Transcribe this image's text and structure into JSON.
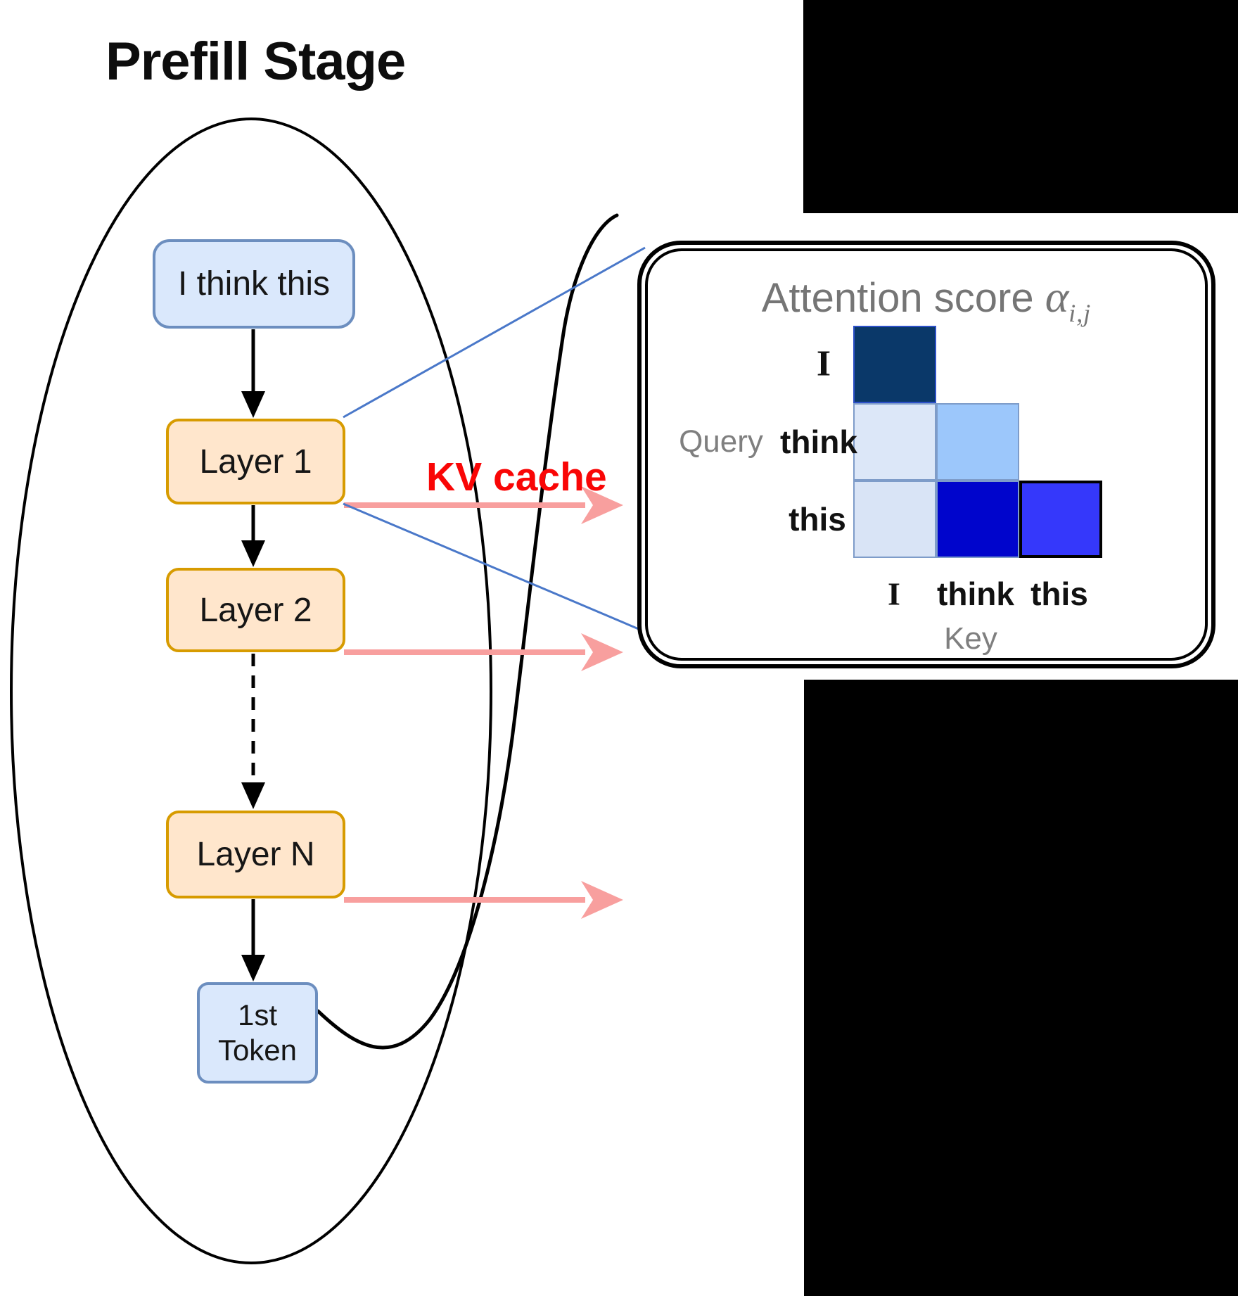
{
  "prefill": {
    "title": "Prefill Stage",
    "input_tokens": "I think this",
    "layers": [
      "Layer 1",
      "Layer 2",
      "Layer N"
    ],
    "first_token_line1": "1st",
    "first_token_line2": "Token",
    "kv_cache_label": "KV cache"
  },
  "attention_panel": {
    "title": "Attention score",
    "alpha_symbol": "α",
    "alpha_subscript": "i,j",
    "query_axis_label": "Query",
    "key_axis_label": "Key",
    "query_tokens": [
      "I",
      "think",
      "this"
    ],
    "key_tokens": [
      "I",
      "think",
      "this"
    ],
    "matrix": {
      "type": "heatmap",
      "description": "lower-triangular causal attention scores, darker/deeper blue = higher score",
      "cells": [
        {
          "row": 0,
          "col": 0,
          "color": "#0a3869",
          "border": "#2d50c8",
          "border_width": 2,
          "highlight": false
        },
        {
          "row": 1,
          "col": 0,
          "color": "#dce7f8",
          "border": "#7e9cc9",
          "border_width": 2,
          "highlight": false
        },
        {
          "row": 1,
          "col": 1,
          "color": "#9cc7fb",
          "border": "#7e9cc9",
          "border_width": 2,
          "highlight": false
        },
        {
          "row": 2,
          "col": 0,
          "color": "#d9e4f6",
          "border": "#7e9cc9",
          "border_width": 2,
          "highlight": false
        },
        {
          "row": 2,
          "col": 1,
          "color": "#0005cc",
          "border": "#7e9cc9",
          "border_width": 2,
          "highlight": false
        },
        {
          "row": 2,
          "col": 2,
          "color": "#3538fb",
          "border": "#000000",
          "border_width": 4,
          "highlight": true
        }
      ]
    }
  },
  "colors": {
    "token_box_fill": "#dae8fc",
    "token_box_border": "#6c8ebf",
    "layer_box_fill": "#ffe6cc",
    "layer_box_border": "#d79b00",
    "kv_cache_text": "#f90606",
    "kv_arrow": "#f89f9e",
    "callout_line": "#4a78c9"
  }
}
